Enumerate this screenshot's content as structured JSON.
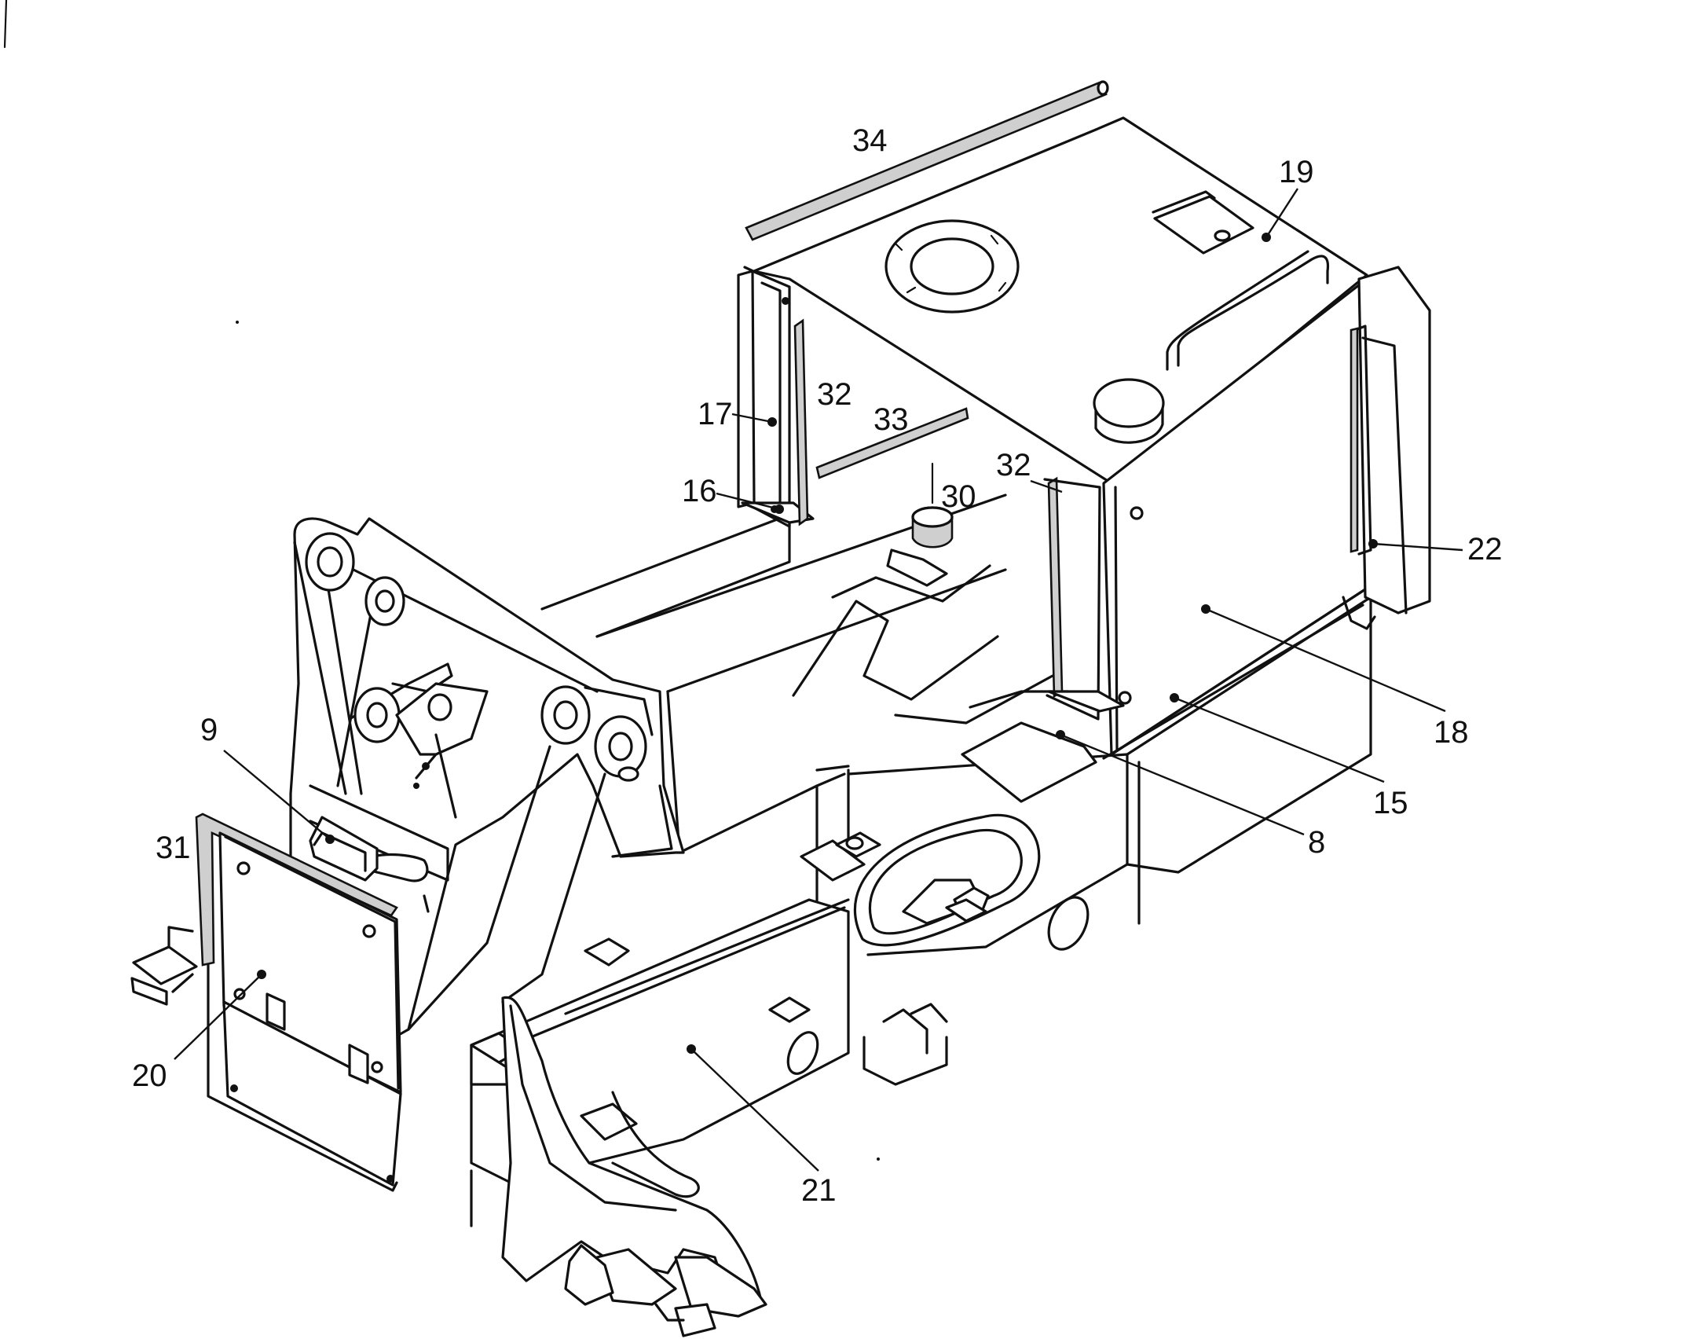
{
  "callouts": [
    {
      "id": "34",
      "text": "34"
    },
    {
      "id": "19",
      "text": "19"
    },
    {
      "id": "17",
      "text": "17"
    },
    {
      "id": "32a",
      "text": "32"
    },
    {
      "id": "33",
      "text": "33"
    },
    {
      "id": "16",
      "text": "16"
    },
    {
      "id": "32b",
      "text": "32"
    },
    {
      "id": "30",
      "text": "30"
    },
    {
      "id": "22",
      "text": "22"
    },
    {
      "id": "18",
      "text": "18"
    },
    {
      "id": "15",
      "text": "15"
    },
    {
      "id": "8",
      "text": "8"
    },
    {
      "id": "9",
      "text": "9"
    },
    {
      "id": "31",
      "text": "31"
    },
    {
      "id": "20",
      "text": "20"
    },
    {
      "id": "21",
      "text": "21"
    }
  ]
}
